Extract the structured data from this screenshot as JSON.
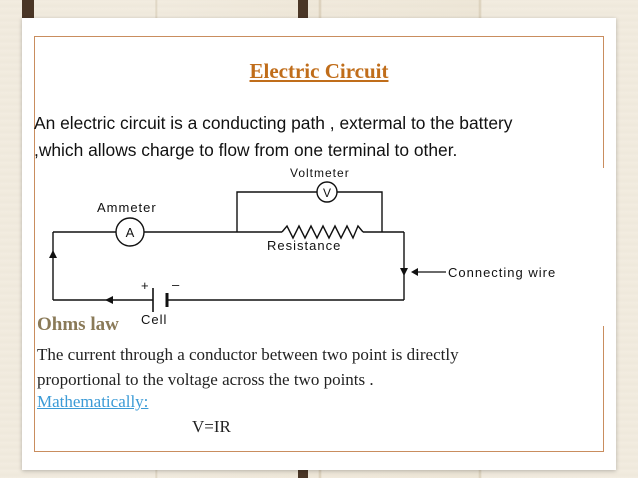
{
  "slide": {
    "title": "Electric Circuit",
    "intro_line1": "An electric circuit is a conducting path , extermal to the battery",
    "intro_line2": ",which allows charge to flow from one terminal to other.",
    "section_title": "Ohms law",
    "body_line1": "The current through a conductor between two point is directly",
    "body_line2": "proportional to the voltage across the two points .",
    "math_label": "Mathematically:",
    "equation": "V=IR"
  },
  "diagram": {
    "voltmeter_label": "Voltmeter",
    "voltmeter_symbol": "V",
    "ammeter_label": "Ammeter",
    "ammeter_symbol": "A",
    "resistance_label": "Resistance",
    "wire_label": "Connecting wire",
    "cell_label": "Cell",
    "plus_sign": "+",
    "minus_sign": "–"
  },
  "colors": {
    "title": "#c06d1a",
    "section_title": "#8a7a58",
    "link": "#3a9ad6",
    "frame": "#c98d5e",
    "pins": "#4a3626"
  }
}
